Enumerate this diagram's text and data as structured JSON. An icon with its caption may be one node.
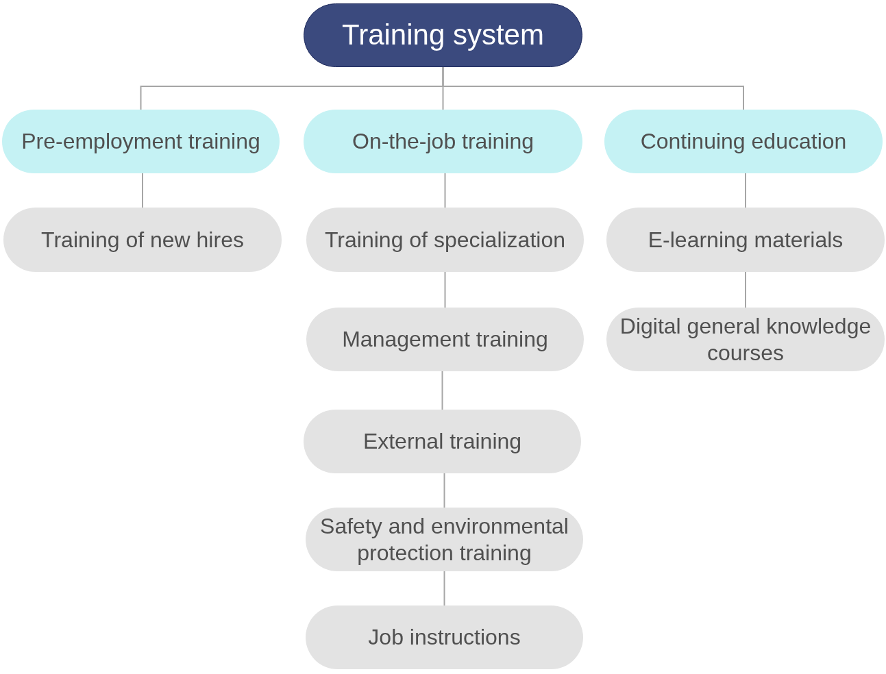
{
  "diagram": {
    "nodes": [
      {
        "text": [
          "Training system"
        ]
      },
      {
        "text": [
          "Pre-employment training"
        ]
      },
      {
        "text": [
          "On-the-job training"
        ]
      },
      {
        "text": [
          "Continuing education"
        ]
      },
      {
        "text": [
          "Training of new hires"
        ]
      },
      {
        "text": [
          "Training of specialization"
        ]
      },
      {
        "text": [
          "Management training"
        ]
      },
      {
        "text": [
          "External training"
        ]
      },
      {
        "text": [
          "Safety and environmental protection training"
        ]
      },
      {
        "text": [
          "Job instructions"
        ]
      },
      {
        "text": [
          "E-learning materials"
        ]
      },
      {
        "text": [
          "Digital general knowledge courses"
        ]
      }
    ],
    "edges": [
      {
        "from": 0,
        "to": 1,
        "arrow": "none"
      },
      {
        "from": 0,
        "to": 2,
        "arrow": "none"
      },
      {
        "from": 0,
        "to": 3,
        "arrow": "none"
      },
      {
        "from": 1,
        "to": 4,
        "arrow": "none"
      },
      {
        "from": 2,
        "to": 5,
        "arrow": "none"
      },
      {
        "from": 5,
        "to": 6,
        "arrow": "none"
      },
      {
        "from": 6,
        "to": 7,
        "arrow": "none"
      },
      {
        "from": 7,
        "to": 8,
        "arrow": "none"
      },
      {
        "from": 8,
        "to": 9,
        "arrow": "none"
      },
      {
        "from": 3,
        "to": 10,
        "arrow": "none"
      },
      {
        "from": 10,
        "to": 11,
        "arrow": "none"
      }
    ]
  }
}
